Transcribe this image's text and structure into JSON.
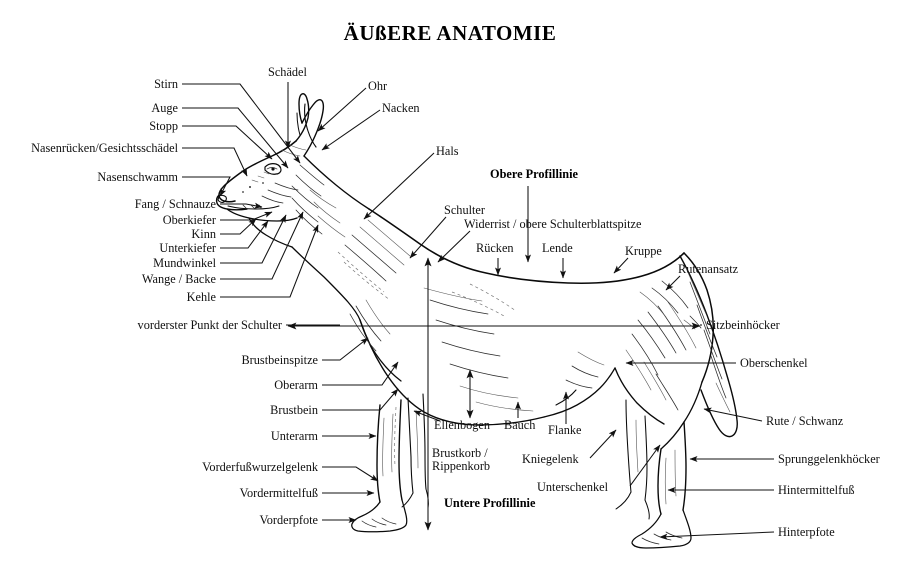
{
  "document": {
    "title": "ÄUßERE ANATOMIE",
    "subject": "dog-external-anatomy-diagram",
    "language": "de",
    "background_color": "#ffffff",
    "ink_color": "#000000"
  },
  "labels": {
    "left_head": [
      {
        "id": "stirn",
        "text": "Stirn"
      },
      {
        "id": "auge",
        "text": "Auge"
      },
      {
        "id": "stopp",
        "text": "Stopp"
      },
      {
        "id": "nasenruecken",
        "text": "Nasenrücken/Gesichtsschädel"
      },
      {
        "id": "nasenschwamm",
        "text": "Nasenschwamm"
      },
      {
        "id": "fang",
        "text": "Fang / Schnauze"
      },
      {
        "id": "oberkiefer",
        "text": "Oberkiefer"
      },
      {
        "id": "kinn",
        "text": "Kinn"
      },
      {
        "id": "unterkiefer",
        "text": "Unterkiefer"
      },
      {
        "id": "mundwinkel",
        "text": "Mundwinkel"
      },
      {
        "id": "wange",
        "text": "Wange / Backe"
      },
      {
        "id": "kehle",
        "text": "Kehle"
      }
    ],
    "top_head": [
      {
        "id": "schaedel",
        "text": "Schädel"
      },
      {
        "id": "ohr",
        "text": "Ohr"
      },
      {
        "id": "nacken",
        "text": "Nacken"
      },
      {
        "id": "hals",
        "text": "Hals"
      }
    ],
    "left_body": [
      {
        "id": "vorderster-punkt",
        "text": "vorderster Punkt der Schulter"
      },
      {
        "id": "brustbeinspitze",
        "text": "Brustbeinspitze"
      },
      {
        "id": "oberarm",
        "text": "Oberarm"
      },
      {
        "id": "brustbein",
        "text": "Brustbein"
      },
      {
        "id": "unterarm",
        "text": "Unterarm"
      },
      {
        "id": "vorderfusswurzelgelenk",
        "text": "Vorderfußwurzelgelenk"
      },
      {
        "id": "vordermittelfuss",
        "text": "Vordermittelfuß"
      },
      {
        "id": "vorderpfote",
        "text": "Vorderpfote"
      }
    ],
    "top_body": [
      {
        "id": "obere-profillinie",
        "text": "Obere Profillinie",
        "bold": true
      },
      {
        "id": "schulter",
        "text": "Schulter"
      },
      {
        "id": "widerrist",
        "text": "Widerrist / obere Schulterblattspitze"
      },
      {
        "id": "ruecken",
        "text": "Rücken"
      },
      {
        "id": "lende",
        "text": "Lende"
      },
      {
        "id": "kruppe",
        "text": "Kruppe"
      },
      {
        "id": "rutenansatz",
        "text": "Rutenansatz"
      }
    ],
    "center_body": [
      {
        "id": "ellenbogen",
        "text": "Ellenbogen"
      },
      {
        "id": "brustkorb-1",
        "text": "Brustkorb /"
      },
      {
        "id": "brustkorb-2",
        "text": "Rippenkorb"
      },
      {
        "id": "bauch",
        "text": "Bauch"
      },
      {
        "id": "flanke",
        "text": "Flanke"
      },
      {
        "id": "kniegelenk",
        "text": "Kniegelenk"
      },
      {
        "id": "unterschenkel",
        "text": "Unterschenkel"
      },
      {
        "id": "untere-profillinie",
        "text": "Untere Profillinie",
        "bold": true
      }
    ],
    "right_body": [
      {
        "id": "sitzbeinhoecker",
        "text": "Sitzbeinhöcker"
      },
      {
        "id": "oberschenkel",
        "text": "Oberschenkel"
      },
      {
        "id": "rute",
        "text": "Rute / Schwanz"
      },
      {
        "id": "sprunggelenkhoecker",
        "text": "Sprunggelenkhöcker"
      },
      {
        "id": "hintermittelfuss",
        "text": "Hintermittelfuß"
      },
      {
        "id": "hinterpfote",
        "text": "Hinterpfote"
      }
    ]
  }
}
